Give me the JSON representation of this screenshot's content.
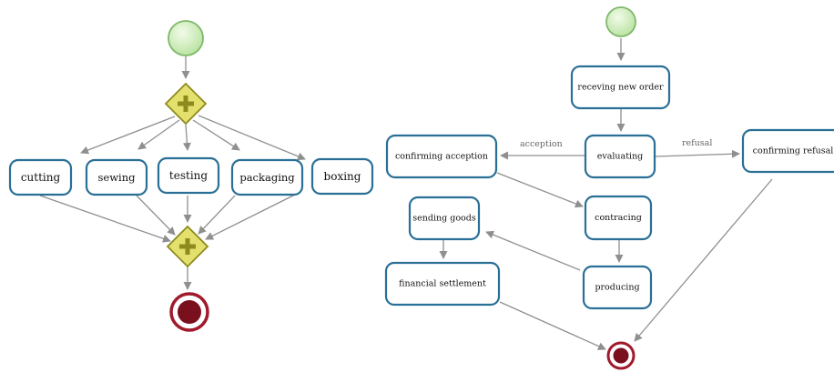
{
  "colors": {
    "task_border": "#2a6f96",
    "edge": "#8f8f8f",
    "start_fill": "#c7ecb4",
    "start_stroke": "#7fb86a",
    "end_fill": "#7a0f1e",
    "end_stroke": "#a11a2b",
    "gateway_fill": "#e3e06e",
    "gateway_stroke": "#8e8a1e"
  },
  "left_process": {
    "tasks": {
      "cutting": "cutting",
      "sewing": "sewing",
      "testing": "testing",
      "packaging": "packaging",
      "boxing": "boxing"
    }
  },
  "right_process": {
    "tasks": {
      "receiving": "receving new order",
      "evaluating": "evaluating",
      "confirming_acception": "confirming acception",
      "confirming_refusal": "confirming refusal",
      "contracing": "contracing",
      "producing": "producing",
      "sending_goods": "sending goods",
      "financial_settlement": "financial settlement"
    },
    "edge_labels": {
      "acception": "acception",
      "refusal": "refusal"
    }
  }
}
